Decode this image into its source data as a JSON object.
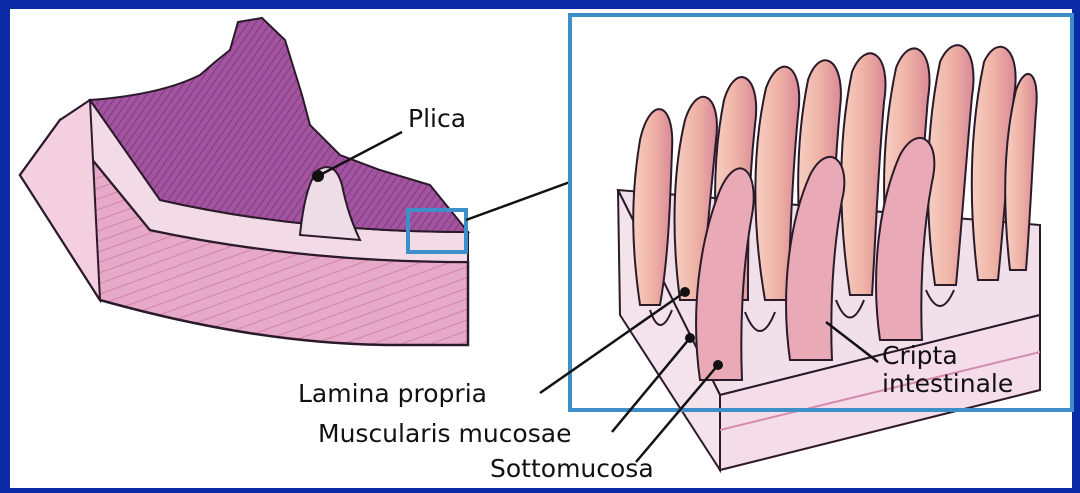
{
  "colors": {
    "frame": "#0a2aa6",
    "inset_box": "#3d8ec9",
    "tissue_pink": "#e7a9c8",
    "mucosa_purple": "#a2549e",
    "villus_peach": "#efb7a9",
    "outline": "#2a1a2a"
  },
  "labels": {
    "plica": "Plica",
    "lamina_propria": "Lamina propria",
    "muscularis_mucosae": "Muscularis mucosae",
    "sottomucosa": "Sottomucosa",
    "cripta_line1": "Cripta",
    "cripta_line2": "intestinale"
  }
}
